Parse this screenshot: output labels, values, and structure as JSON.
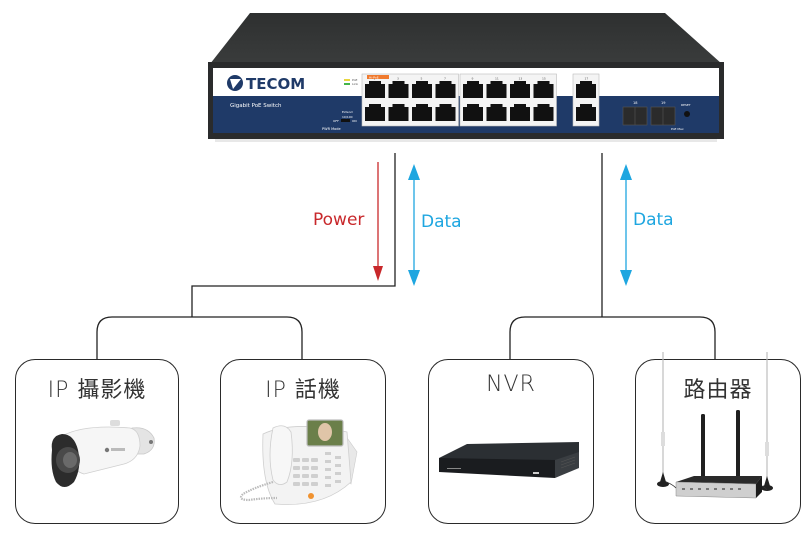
{
  "switch": {
    "brand": "TECOM",
    "model_label": "Gigabit PoE Switch",
    "legend": [
      "PoE",
      "Link"
    ],
    "mode_label": "Extend",
    "mode_sub": "10/100",
    "mode_options": [
      "OFF",
      "ON"
    ],
    "front_caption": "PWR  Mode",
    "port_group_1": [
      "1",
      "3",
      "5",
      "7"
    ],
    "port_group_2": [
      "9",
      "11",
      "13",
      "15"
    ],
    "port_group_3": [
      "17"
    ],
    "sfp_ports": [
      "18",
      "19"
    ],
    "reset_label": "RESET",
    "poe_max_label": "PoE Max",
    "hi_poe_tag": "Hi-PoE",
    "colors": {
      "body": "#2f3133",
      "panel": "#1f3a68",
      "face": "#ffffff",
      "accent": "#f07a2e"
    }
  },
  "flows": {
    "power": {
      "label": "Power",
      "color": "#c8282b"
    },
    "data_left": {
      "label": "Data",
      "color": "#1ea6e0"
    },
    "data_right": {
      "label": "Data",
      "color": "#1ea6e0"
    }
  },
  "devices": [
    {
      "title": "IP 攝影機",
      "icon": "ip-camera"
    },
    {
      "title": "IP 話機",
      "icon": "ip-phone"
    },
    {
      "title": "NVR",
      "icon": "nvr-recorder"
    },
    {
      "title": "路由器",
      "icon": "router"
    }
  ],
  "line_color": "#222222"
}
